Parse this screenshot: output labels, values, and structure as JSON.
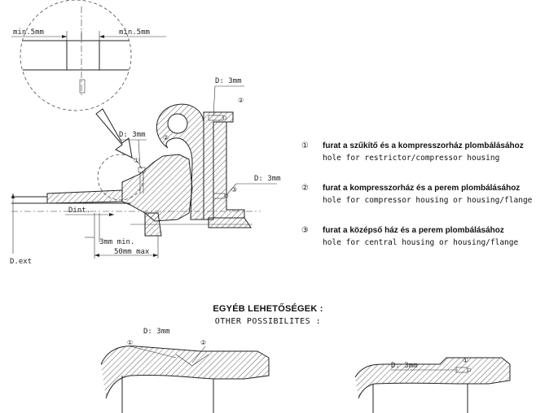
{
  "main_drawing": {
    "dim_left": "min.5mm",
    "dim_right": "min.5mm",
    "d_top": "D: 3mm",
    "d_left": "D: 3mm",
    "d_right": "D: 3mm",
    "dint": "Dint.",
    "dext": "D.ext",
    "min3": "3mm min.",
    "max50": "50mm max",
    "marker1": "①",
    "marker2": "②",
    "marker3": "③"
  },
  "legend": [
    {
      "marker": "①",
      "hu": "furat a szűkítő és a kompresszorház plombálásához",
      "en": "hole for restrictor/compressor housing"
    },
    {
      "marker": "②",
      "hu": "furat a kompresszorház és a perem plombálásához",
      "en": "hole for compressor housing or housing/flange"
    },
    {
      "marker": "③",
      "hu": "furat a középső ház és a perem plombálásához",
      "en": "hole for central housing or housing/flange"
    }
  ],
  "other": {
    "title_hu": "EGYÉB LEHETŐSÉGEK :",
    "title_en": "OTHER POSSIBILITES :",
    "left_d": "D: 3mm",
    "right_d": "D: 3mm",
    "marker1": "①",
    "marker2": "②"
  }
}
